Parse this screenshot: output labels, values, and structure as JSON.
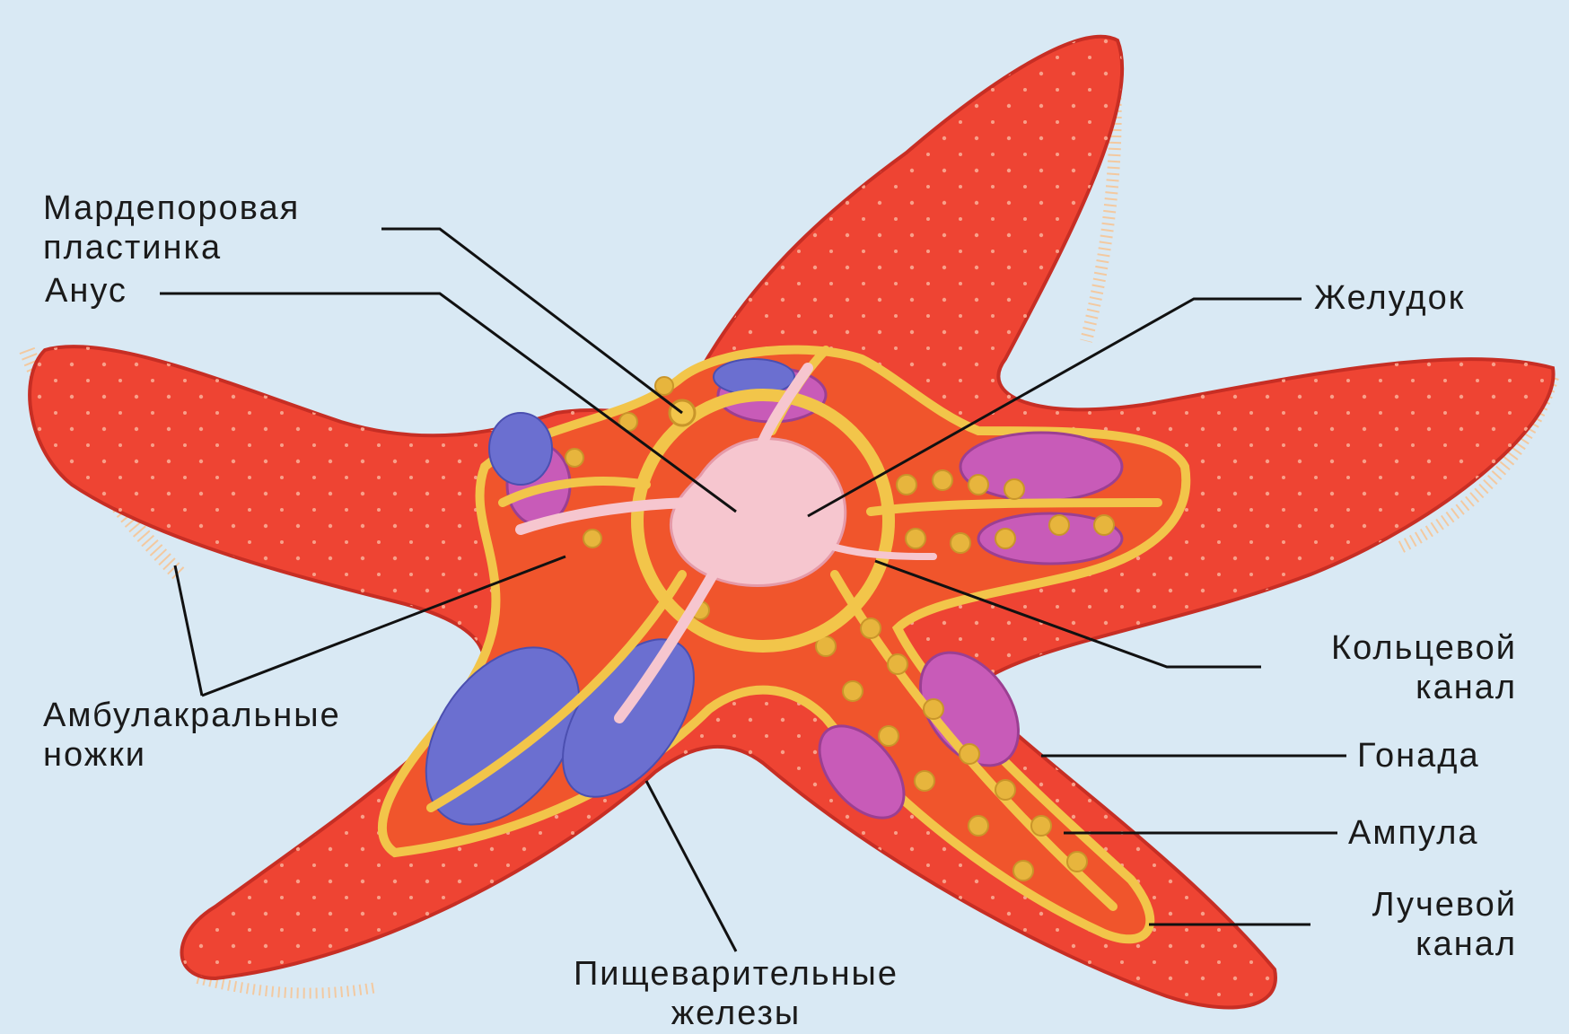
{
  "colors": {
    "background": "#d9e9f4",
    "body": "#ee4433",
    "body_dark": "#c72e24",
    "inner": "#f0552c",
    "canal": "#f2c54a",
    "ampulla": "#e7b53d",
    "stomach": "#f6c6cf",
    "gonad": "#c85bb8",
    "glands": "#6b6fd0",
    "leader": "#111111"
  },
  "labels": {
    "madreporic": [
      "Мардепоровая",
      "пластинка"
    ],
    "anus": "Анус",
    "stomach": "Желудок",
    "ring_canal": [
      "Кольцевой",
      "канал"
    ],
    "gonad": "Гонада",
    "ampulla": "Ампула",
    "radial_canal": [
      "Лучевой",
      "канал"
    ],
    "tube_feet": [
      "Амбулакральные",
      "ножки"
    ],
    "digestive_glands": [
      "Пищеварительные",
      "железы"
    ]
  }
}
